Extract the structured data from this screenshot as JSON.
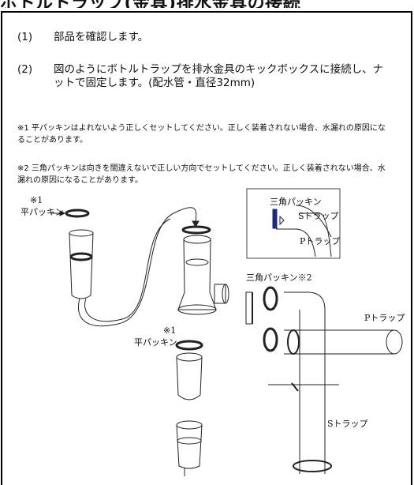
{
  "header": {
    "title": "ボトルトラップ(金具)排水金具の接続"
  },
  "steps": [
    {
      "num": "(1)",
      "text": "部品を確認します。"
    },
    {
      "num": "(2)",
      "text": "図のようにボトルトラップを排水金具のキックボックスに接続し、ナットで固定します。(配水管・直径32mm)"
    }
  ],
  "notes": [
    "※1 平パッキンはよれないよう正しくセットしてください。正しく装着されない場合、水漏れの原因になることがあります。",
    "※2 三角パッキンは向きを間違えないで正しい方向でセットしてください。正しく装着されない場合、水漏れの原因になることがあります。"
  ],
  "diagram": {
    "flat_packing_mark_1": "※1",
    "flat_packing_label_1": "平パッキン",
    "flat_packing_mark_2": "※1",
    "flat_packing_label_2": "平パッキン",
    "triangle_packing_inset": "三角パッキン",
    "s_trap_inset": "Sトラップ",
    "p_trap_inset": "Pトラップ",
    "triangle_packing_label": "三角パッキン※2",
    "p_trap_label": "Pトラップ",
    "s_trap_label": "Sトラップ"
  }
}
